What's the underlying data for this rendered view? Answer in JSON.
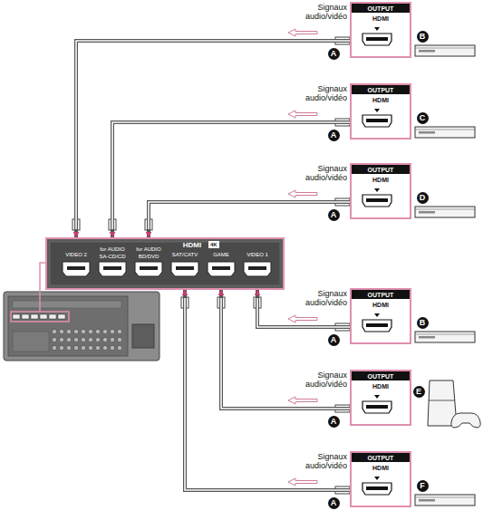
{
  "diagram": {
    "nodes": [
      {
        "text": [
          "HDMI",
          "4K",
          "VIDEO 2",
          "for AUDIO",
          "SA-CD/CD",
          "for AUDIO",
          "BD/DVD",
          "SAT/CATV",
          "GAME",
          "VIDEO 1"
        ]
      },
      {
        "text": [
          "Signaux audio/vidéo",
          "OUTPUT",
          "HDMI"
        ]
      },
      {
        "text": [
          "Signaux audio/vidéo",
          "OUTPUT",
          "HDMI"
        ]
      },
      {
        "text": [
          "Signaux audio/vidéo",
          "OUTPUT",
          "HDMI"
        ]
      },
      {
        "text": [
          "Signaux audio/vidéo",
          "OUTPUT",
          "HDMI"
        ]
      },
      {
        "text": [
          "Signaux audio/vidéo",
          "OUTPUT",
          "HDMI"
        ]
      },
      {
        "text": [
          "Signaux audio/vidéo",
          "OUTPUT",
          "HDMI"
        ]
      }
    ],
    "edges": [
      {
        "from": 1,
        "to": 0,
        "arrow": "to"
      },
      {
        "from": 2,
        "to": 0,
        "arrow": "to"
      },
      {
        "from": 3,
        "to": 0,
        "arrow": "to"
      },
      {
        "from": 4,
        "to": 0,
        "arrow": "to"
      },
      {
        "from": 5,
        "to": 0,
        "arrow": "to"
      },
      {
        "from": 6,
        "to": 0,
        "arrow": "to"
      }
    ],
    "labels": [
      "A",
      "A",
      "A",
      "A",
      "A",
      "A",
      "B",
      "C",
      "D",
      "B",
      "E",
      "F"
    ]
  }
}
